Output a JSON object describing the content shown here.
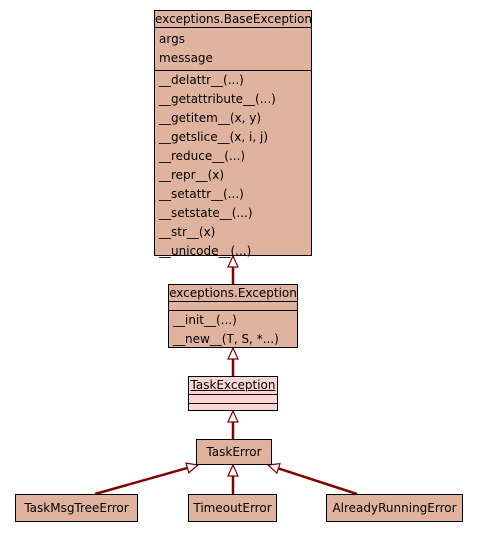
{
  "colors": {
    "class_fill": "#e0b39f",
    "task_exception_fill": "#fdd5d5",
    "edge": "#7f0000"
  },
  "classes": {
    "base_exception": {
      "name": "exceptions.BaseException",
      "attributes": [
        "args",
        "message"
      ],
      "methods": [
        "__delattr__(...)",
        "__getattribute__(...)",
        "__getitem__(x, y)",
        "__getslice__(x, i, j)",
        "__reduce__(...)",
        "__repr__(x)",
        "__setattr__(...)",
        "__setstate__(...)",
        "__str__(x)",
        "__unicode__(...)"
      ]
    },
    "exception": {
      "name": "exceptions.Exception",
      "methods": [
        "__init__(...)",
        "__new__(T, S, *...)"
      ]
    },
    "task_exception": {
      "name": "TaskException"
    },
    "task_error": {
      "name": "TaskError"
    },
    "task_msg_tree_error": {
      "name": "TaskMsgTreeError"
    },
    "timeout_error": {
      "name": "TimeoutError"
    },
    "already_running_error": {
      "name": "AlreadyRunningError"
    }
  }
}
